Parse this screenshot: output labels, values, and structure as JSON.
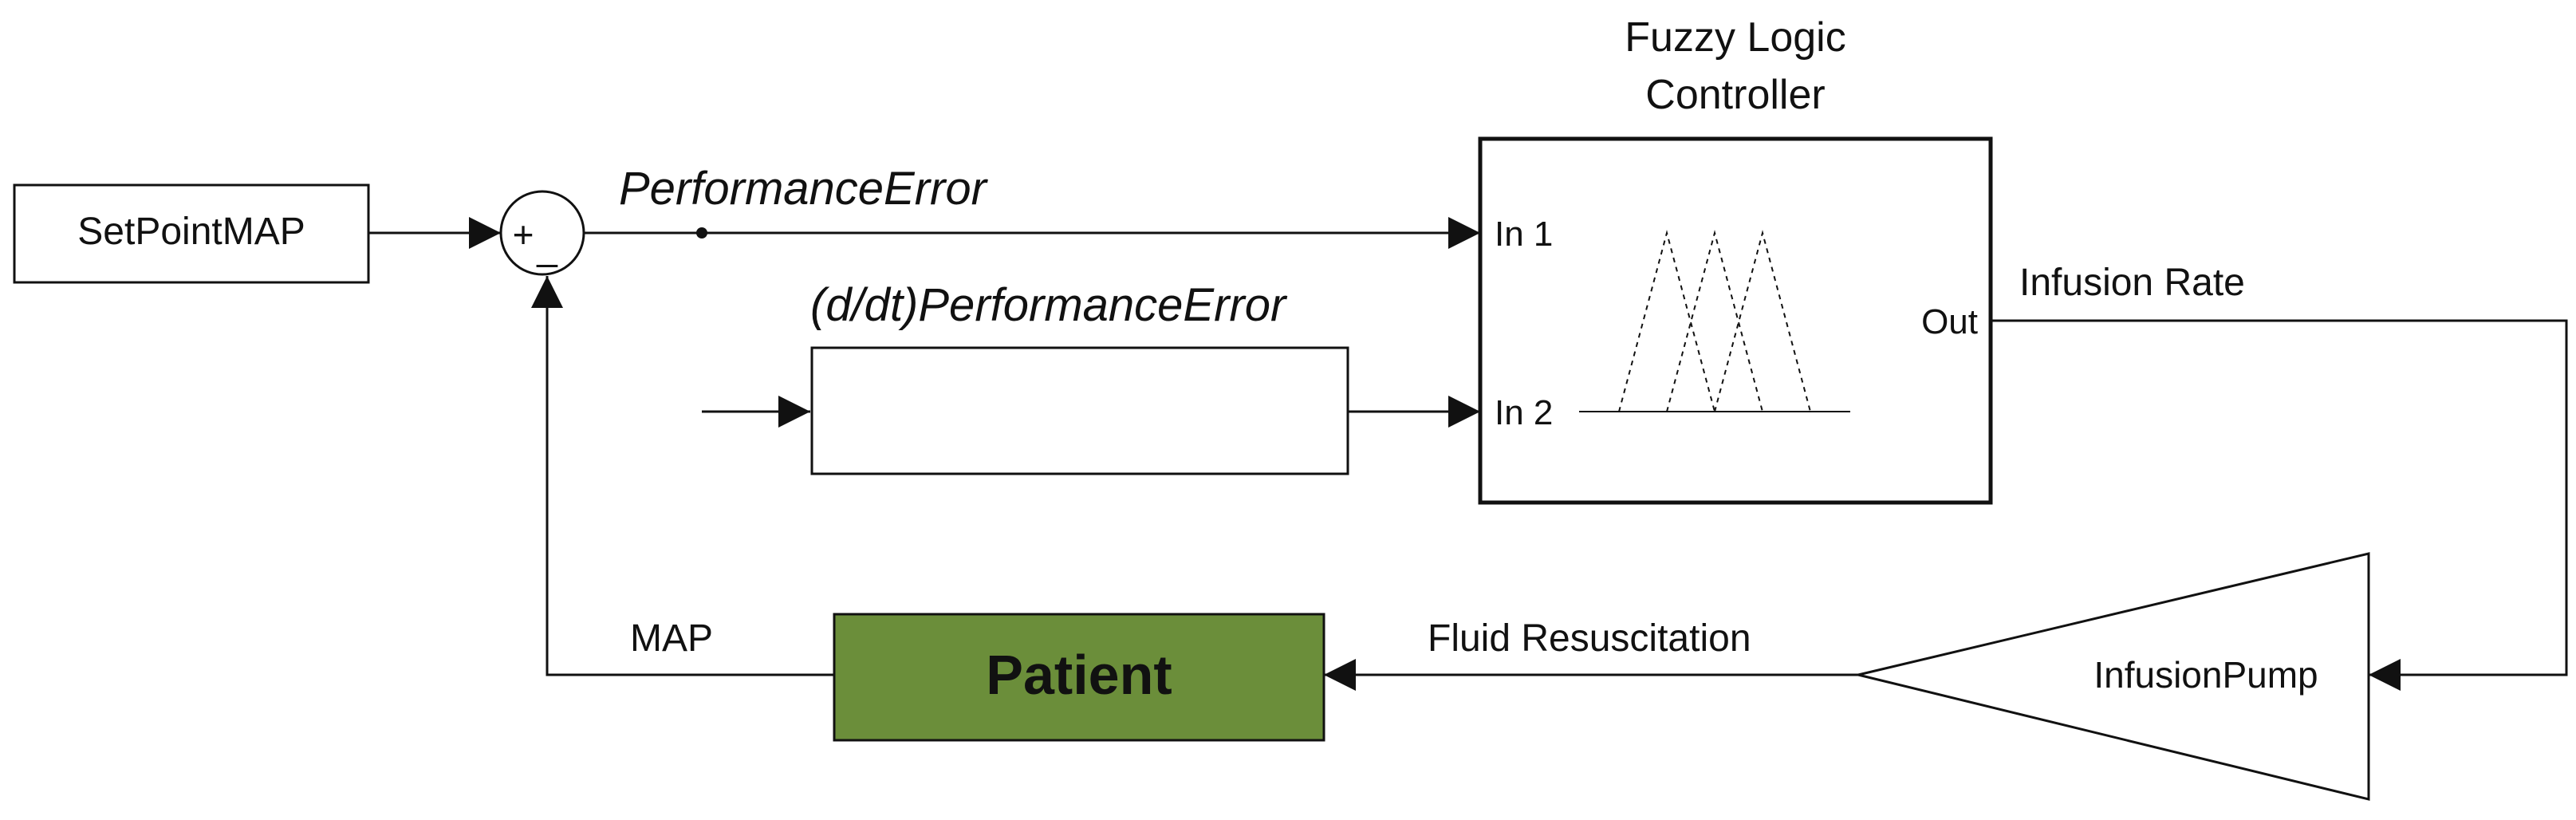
{
  "diagram": {
    "blocks": {
      "setpoint": "SetPointMAP",
      "flc_title_line1": "Fuzzy Logic",
      "flc_title_line2": "Controller",
      "flc_in1": "In 1",
      "flc_in2": "In 2",
      "flc_out": "Out",
      "patient": "Patient",
      "pump": "InfusionPump"
    },
    "summing_junction": {
      "plus": "+",
      "minus": "_"
    },
    "signals": {
      "performance_error": "PerformanceError",
      "derivative_error": "(d/dt)PerformanceError",
      "infusion_rate": "Infusion Rate",
      "fluid_resuscitation": "Fluid Resuscitation",
      "map": "MAP"
    },
    "colors": {
      "patient_fill": "#6b8e3a",
      "line": "#111111"
    }
  }
}
